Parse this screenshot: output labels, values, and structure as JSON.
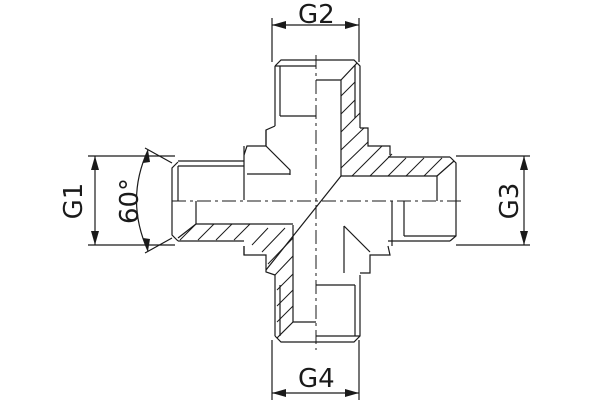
{
  "drawing": {
    "type": "technical-drawing",
    "subject": "cross fitting (4-way connector), half-section view",
    "line_color": "#1a1a1a",
    "background": "#ffffff"
  },
  "dimensions": {
    "g1": {
      "label": "G1",
      "position": "left",
      "orientation": "vertical"
    },
    "g2": {
      "label": "G2",
      "position": "top",
      "orientation": "horizontal"
    },
    "g3": {
      "label": "G3",
      "position": "right",
      "orientation": "vertical"
    },
    "g4": {
      "label": "G4",
      "position": "bottom",
      "orientation": "horizontal"
    },
    "angle": {
      "label": "60°",
      "position": "left",
      "orientation": "vertical"
    }
  }
}
